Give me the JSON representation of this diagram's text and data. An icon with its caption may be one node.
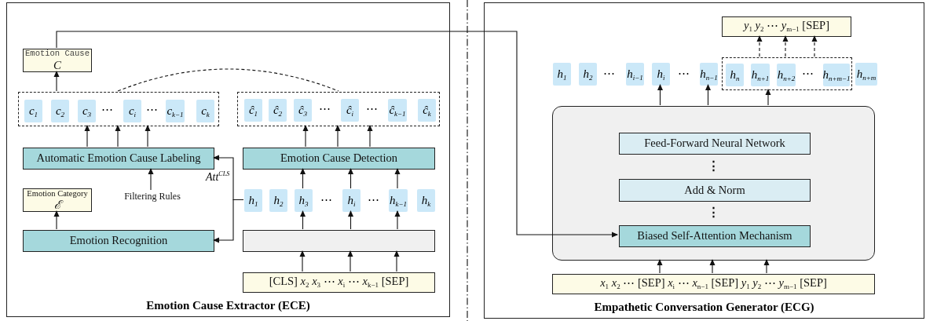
{
  "diagram": {
    "nodes": [
      {
        "text": [
          "Emotion Cause Extractor (ECE)"
        ]
      },
      {
        "text": [
          "Emotion Cause",
          "C"
        ],
        "in": 0
      },
      {
        "text": [],
        "shape": "box",
        "in": 0
      },
      {
        "text": [
          "c$_{1}$"
        ],
        "in": 2
      },
      {
        "text": [
          "c$_{2}$"
        ],
        "in": 2
      },
      {
        "text": [
          "c$_{3}$"
        ],
        "in": 2
      },
      {
        "text": [
          "c$_{i}$"
        ],
        "in": 2
      },
      {
        "text": [
          "c$_{k−1}$"
        ],
        "in": 2
      },
      {
        "text": [
          "c$_{k}$"
        ],
        "in": 2
      },
      {
        "text": [],
        "shape": "box",
        "in": 0
      },
      {
        "text": [
          "ĉ$_{1}$"
        ],
        "in": 9
      },
      {
        "text": [
          "ĉ$_{2}$"
        ],
        "in": 9
      },
      {
        "text": [
          "ĉ$_{3}$"
        ],
        "in": 9
      },
      {
        "text": [
          "ĉ$_{i}$"
        ],
        "in": 9
      },
      {
        "text": [
          "ĉ$_{k−1}$"
        ],
        "in": 9
      },
      {
        "text": [
          "ĉ$_{k}$"
        ],
        "in": 9
      },
      {
        "text": [
          "Automatic Emotion Cause Labeling"
        ],
        "in": 0
      },
      {
        "text": [
          "Emotion Cause Detection"
        ],
        "in": 0
      },
      {
        "text": [
          "Filtering Rules"
        ],
        "in": 0
      },
      {
        "text": [
          "Emotion Category",
          "ℰ"
        ],
        "in": 0
      },
      {
        "text": [
          "h$_{1}$"
        ],
        "in": 0
      },
      {
        "text": [
          "h$_{2}$"
        ],
        "in": 0
      },
      {
        "text": [
          "h$_{3}$"
        ],
        "in": 0
      },
      {
        "text": [
          "h$_{i}$"
        ],
        "in": 0
      },
      {
        "text": [
          "h$_{k−1}$"
        ],
        "in": 0
      },
      {
        "text": [
          "h$_{k}$"
        ],
        "in": 0
      },
      {
        "text": [
          "Emotion Recognition"
        ],
        "in": 0
      },
      {
        "text": [],
        "shape": "box",
        "in": 0
      },
      {
        "text": [
          "[CLS] *x*$_{2}$ *x*$_{3}$ ⋯ *x*$_{i}$ ⋯ *x*$_{k−1}$ [SEP]"
        ],
        "in": 0
      },
      {
        "text": [
          "Empathetic Conversation Generator (ECG)"
        ]
      },
      {
        "text": [
          "*y*$_{1}$ *y*$_{2}$ ⋯ *y*$_{m−1}$ [SEP]"
        ],
        "in": 29
      },
      {
        "text": [
          "h$_{1}$"
        ],
        "in": 29
      },
      {
        "text": [
          "h$_{2}$"
        ],
        "in": 29
      },
      {
        "text": [
          "h$_{i−1}$"
        ],
        "in": 29
      },
      {
        "text": [
          "h$_{i}$"
        ],
        "in": 29
      },
      {
        "text": [
          "h$_{n−1}$"
        ],
        "in": 29
      },
      {
        "text": [],
        "shape": "box",
        "in": 29
      },
      {
        "text": [
          "h$_{n}$"
        ],
        "in": 36
      },
      {
        "text": [
          "h$_{n+1}$"
        ],
        "in": 36
      },
      {
        "text": [
          "h$_{n+2}$"
        ],
        "in": 36
      },
      {
        "text": [
          "h$_{n+m−1}$"
        ],
        "in": 36
      },
      {
        "text": [
          "h$_{n+m}$"
        ],
        "in": 29
      },
      {
        "text": [],
        "shape": "box",
        "in": 29
      },
      {
        "text": [
          "Feed-Forward Neural Network"
        ],
        "in": 42
      },
      {
        "text": [
          "Add & Norm"
        ],
        "in": 42
      },
      {
        "text": [
          "Biased Self-Attention Mechanism"
        ],
        "in": 42
      },
      {
        "text": [
          "*x*$_{1}$ *x*$_{2}$ ⋯ [SEP] *x*$_{i}$ ⋯ *x*$_{n−1}$ [SEP] *y*$_{1}$ *y*$_{2}$ ⋯ *y*$_{m−1}$ [SEP]"
        ],
        "in": 29
      }
    ],
    "edges": [
      {
        "from": 2,
        "to": 1,
        "arrow": "to"
      },
      {
        "from": 16,
        "to": 2,
        "arrow": "to"
      },
      {
        "from": 16,
        "to": 2,
        "arrow": "to"
      },
      {
        "from": 16,
        "to": 2,
        "arrow": "to"
      },
      {
        "from": 17,
        "to": 9,
        "arrow": "to"
      },
      {
        "from": 17,
        "to": 9,
        "arrow": "to"
      },
      {
        "from": 17,
        "to": 9,
        "arrow": "to"
      },
      {
        "from": 2,
        "to": 9,
        "arrow": "none",
        "style": "dashed"
      },
      {
        "from": 18,
        "to": 16,
        "arrow": "to"
      },
      {
        "from": 26,
        "to": 19,
        "arrow": "to"
      },
      {
        "from": 20,
        "to": 16,
        "arrow": "to",
        "label": "*Att*$^{CLS}$"
      },
      {
        "from": 20,
        "to": 26,
        "arrow": "to"
      },
      {
        "from": 22,
        "to": 17,
        "arrow": "to"
      },
      {
        "from": 23,
        "to": 17,
        "arrow": "to"
      },
      {
        "from": 24,
        "to": 17,
        "arrow": "to"
      },
      {
        "from": 27,
        "to": 22,
        "arrow": "to"
      },
      {
        "from": 27,
        "to": 23,
        "arrow": "to"
      },
      {
        "from": 27,
        "to": 24,
        "arrow": "to"
      },
      {
        "from": 28,
        "to": 27,
        "arrow": "to"
      },
      {
        "from": 28,
        "to": 27,
        "arrow": "to"
      },
      {
        "from": 28,
        "to": 27,
        "arrow": "to"
      },
      {
        "from": 1,
        "to": 45,
        "arrow": "to"
      },
      {
        "from": 36,
        "to": 30,
        "arrow": "to",
        "style": "dashed"
      },
      {
        "from": 36,
        "to": 30,
        "arrow": "to",
        "style": "dashed"
      },
      {
        "from": 36,
        "to": 30,
        "arrow": "to",
        "style": "dashed"
      },
      {
        "from": 42,
        "to": 34,
        "arrow": "to"
      },
      {
        "from": 42,
        "to": 35,
        "arrow": "to"
      },
      {
        "from": 42,
        "to": 36,
        "arrow": "to"
      },
      {
        "from": 46,
        "to": 42,
        "arrow": "to"
      },
      {
        "from": 46,
        "to": 42,
        "arrow": "to"
      },
      {
        "from": 46,
        "to": 42,
        "arrow": "to"
      }
    ],
    "labels": [
      "⋯",
      "⋯",
      "⋯",
      "⋯",
      "⋯",
      "⋯",
      "⋯",
      "⋯",
      "⋯",
      "⋮",
      "⋮"
    ]
  }
}
